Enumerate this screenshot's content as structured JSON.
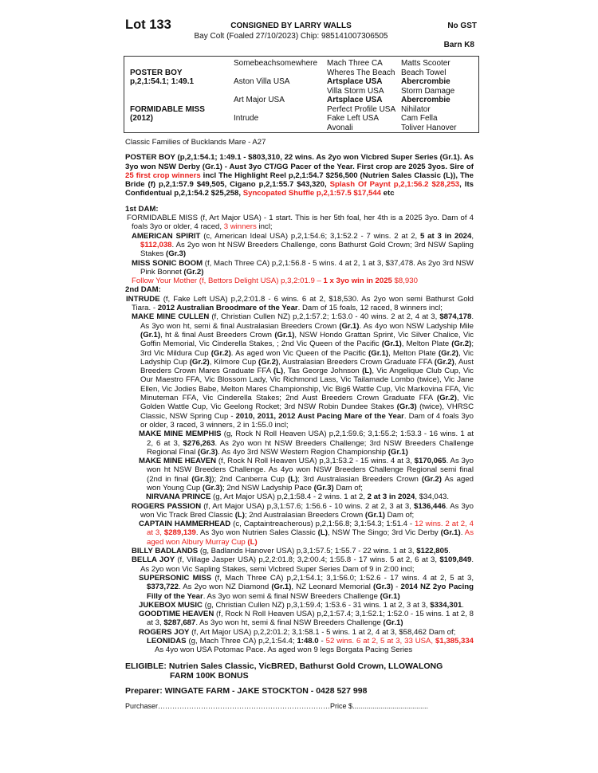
{
  "header": {
    "lot": "Lot 133",
    "consigned": "CONSIGNED BY LARRY WALLS",
    "description": "Bay Colt (Foaled 27/10/2023) Chip: 985141007306505",
    "gst": "No GST",
    "barn": "Barn K8"
  },
  "pedigree": {
    "rows": [
      [
        [
          "",
          ""
        ],
        [
          "Somebeachsomewhere",
          ""
        ],
        [
          "Mach Three CA",
          ""
        ],
        [
          "Matts Scooter",
          ""
        ]
      ],
      [
        [
          "POSTER BOY",
          ""
        ],
        [
          "",
          ""
        ],
        [
          "Wheres The Beach",
          ""
        ],
        [
          "Beach Towel",
          ""
        ]
      ],
      [
        [
          "p,2,1:54.1; 1:49.1",
          ""
        ],
        [
          "Aston Villa USA",
          ""
        ],
        [
          "Artsplace USA",
          "b"
        ],
        [
          "Abercrombie",
          "b"
        ]
      ],
      [
        [
          "",
          ""
        ],
        [
          "",
          ""
        ],
        [
          "Villa Storm USA",
          ""
        ],
        [
          "Storm Damage",
          ""
        ]
      ],
      [
        [
          "",
          ""
        ],
        [
          "Art Major USA",
          ""
        ],
        [
          "Artsplace USA",
          "b"
        ],
        [
          "Abercrombie",
          "b"
        ]
      ],
      [
        [
          "FORMIDABLE MISS",
          ""
        ],
        [
          "",
          ""
        ],
        [
          "Perfect Profile USA",
          ""
        ],
        [
          "Nihilator",
          ""
        ]
      ],
      [
        [
          "(2012)",
          ""
        ],
        [
          "Intrude",
          ""
        ],
        [
          "Fake Left USA",
          ""
        ],
        [
          "Cam Fella",
          ""
        ]
      ],
      [
        [
          "",
          ""
        ],
        [
          "",
          ""
        ],
        [
          "Avonali",
          ""
        ],
        [
          "Toliver Hanover",
          ""
        ]
      ]
    ]
  },
  "family": "Classic Families of Bucklands Mare - A27",
  "sire_para": [
    [
      "POSTER BOY (p,2,1:54.1; 1:49.1 - $803,310, 22 wins. As 2yo won Vicbred Super Series (Gr.1). As 3yo won NSW Derby (Gr.1) - Aust 3yo CT/GG Pacer of the Year. First crop are 2025 3yos. Sire of ",
      "b"
    ],
    [
      "25 first crop winners",
      "br"
    ],
    [
      " incl The Highlight Reel p,2,1:54.7 $256,500 (Nutrien Sales Classic (L)), The Bride (f) p,2,1:57.9 $49,505, Cigano p,2,1:55.7 $43,320, ",
      "b"
    ],
    [
      "Splash Of Paynt p,2,1:56.2 $28,253",
      "br"
    ],
    [
      ", Its Confidentual p,2,1:54.2 $25,258, ",
      "b"
    ],
    [
      "Syncopated Shuffle p,2,1:57.5 $17,544",
      "br"
    ],
    [
      " etc",
      "b"
    ]
  ],
  "dam1": {
    "heading": "1st DAM:",
    "paras": [
      {
        "lvl": "dam1",
        "segs": [
          [
            "FORMIDABLE MISS (f, Art Major USA) - 1 start. This is her 5th foal, her 4th is a 2025 3yo. Dam of 4 foals 3yo or older, 4 raced, ",
            ""
          ],
          [
            "3 winners",
            "r"
          ],
          [
            " incl;",
            ""
          ]
        ]
      },
      {
        "lvl": "h1",
        "segs": [
          [
            "AMERICAN SPIRIT",
            "b"
          ],
          [
            " (c, American Ideal USA) p,2,1:54.6; 3,1:52.2 - 7 wins. 2 at 2, ",
            ""
          ],
          [
            "5 at 3 in 2024",
            "b"
          ],
          [
            ", ",
            ""
          ],
          [
            "$112,038",
            "br"
          ],
          [
            ". As 2yo won ht NSW Breeders Challenge, cons Bathurst Gold Crown; 3rd NSW Sapling Stakes ",
            ""
          ],
          [
            "(Gr.3)",
            "b"
          ]
        ]
      },
      {
        "lvl": "h1",
        "segs": [
          [
            "MISS SONIC BOOM",
            "b"
          ],
          [
            " (f, Mach Three CA) p,2,1:56.8 - 5 wins. 4 at 2, 1 at 3, $37,478. As 2yo 3rd NSW Pink Bonnet ",
            ""
          ],
          [
            "(Gr.2)",
            "b"
          ]
        ]
      },
      {
        "lvl": "h1",
        "segs": [
          [
            "Follow Your Mother (f, Bettors Delight USA) p,3,2:01.9 – ",
            "r"
          ],
          [
            "1  x 3yo win in 2025",
            "br"
          ],
          [
            " $8,930",
            "r"
          ]
        ]
      }
    ]
  },
  "dam2": {
    "heading": "2nd DAM:",
    "paras": [
      {
        "lvl": "h0",
        "segs": [
          [
            "INTRUDE",
            "b"
          ],
          [
            " (f, Fake Left USA) p,2,2:01.8 - 6 wins. 6 at 2, $18,530. As 2yo won semi Bathurst Gold Tiara. - ",
            ""
          ],
          [
            "2012 Australian Broodmare of the Year",
            "b"
          ],
          [
            ". Dam of 15 foals, 12 raced, 8 winners incl;",
            ""
          ]
        ]
      },
      {
        "lvl": "h1",
        "segs": [
          [
            "MAKE MINE CULLEN",
            "b"
          ],
          [
            " (f, Christian Cullen NZ) p,2,1:57.2; 1:53.0 - 40 wins. 2 at 2, 4 at 3, ",
            ""
          ],
          [
            "$874,178",
            "b"
          ],
          [
            ". As 3yo won ht, semi & final Australasian Breeders Crown ",
            ""
          ],
          [
            "(Gr.1)",
            "b"
          ],
          [
            ". As 4yo won NSW Ladyship Mile ",
            ""
          ],
          [
            "(Gr.1)",
            "b"
          ],
          [
            ", ht & final Aust Breeders Crown ",
            ""
          ],
          [
            "(Gr.1)",
            "b"
          ],
          [
            ", NSW Hondo Grattan Sprint, Vic Silver Chalice, Vic Goffin Memorial, Vic Cinderella Stakes, ; 2nd Vic Queen of the Pacific ",
            ""
          ],
          [
            "(Gr.1)",
            "b"
          ],
          [
            ", Melton Plate ",
            ""
          ],
          [
            "(Gr.2)",
            "b"
          ],
          [
            "; 3rd Vic Mildura Cup ",
            ""
          ],
          [
            "(Gr.2)",
            "b"
          ],
          [
            ". As aged won Vic Queen of the Pacific ",
            ""
          ],
          [
            "(Gr.1)",
            "b"
          ],
          [
            ", Melton Plate ",
            ""
          ],
          [
            "(Gr.2)",
            "b"
          ],
          [
            ", Vic Ladyship Cup ",
            ""
          ],
          [
            "(Gr.2)",
            "b"
          ],
          [
            ", Kilmore Cup ",
            ""
          ],
          [
            "(Gr.2)",
            "b"
          ],
          [
            ", Australasian Breeders Crown Graduate FFA ",
            ""
          ],
          [
            "(Gr.2)",
            "b"
          ],
          [
            ", Aust Breeders Crown Mares Graduate FFA ",
            ""
          ],
          [
            "(L)",
            "b"
          ],
          [
            ", Tas George Johnson ",
            ""
          ],
          [
            "(L)",
            "b"
          ],
          [
            ", Vic Angelique Club Cup, Vic Our Maestro FFA, Vic Blossom Lady, Vic Richmond Lass, Vic Tailamade Lombo (twice), Vic Jane Ellen, Vic Jodies Babe, Melton Mares Championship, Vic Big6 Wattle Cup, Vic Markovina FFA, Vic Minuteman FFA, Vic Cinderella Stakes; 2nd Aust Breeders Crown Graduate FFA ",
            ""
          ],
          [
            "(Gr.2)",
            "b"
          ],
          [
            ", Vic Golden Wattle Cup, Vic Geelong Rocket; 3rd NSW Robin Dundee Stakes ",
            ""
          ],
          [
            "(Gr.3)",
            "b"
          ],
          [
            " (twice), VHRSC Classic, NSW Spring Cup - ",
            ""
          ],
          [
            "2010, 2011, 2012 Aust Pacing Mare of the Year",
            "b"
          ],
          [
            ". Dam of 4 foals 3yo or older, 3 raced, 3 winners, 2 in 1:55.0 incl;",
            ""
          ]
        ]
      },
      {
        "lvl": "h2",
        "segs": [
          [
            "MAKE MINE MEMPHIS",
            "b"
          ],
          [
            " (g, Rock N Roll Heaven USA) p,2,1:59.6; 3,1:55.2; 1:53.3 - 16 wins. 1 at 2, 6 at 3, ",
            ""
          ],
          [
            "$276,263",
            "b"
          ],
          [
            ". As 2yo won ht NSW Breeders Challenge; 3rd NSW Breeders Challenge Regional Final ",
            ""
          ],
          [
            "(Gr.3)",
            "b"
          ],
          [
            ". As 4yo 3rd NSW Western Region Championship ",
            ""
          ],
          [
            "(Gr.1)",
            "b"
          ]
        ]
      },
      {
        "lvl": "h2",
        "segs": [
          [
            "MAKE MINE HEAVEN",
            "b"
          ],
          [
            " (f, Rock N Roll Heaven USA) p,3,1:53.2 - 15 wins. 4 at 3, ",
            ""
          ],
          [
            "$170,065",
            "b"
          ],
          [
            ". As 3yo won ht NSW Breeders Challenge. As 4yo won NSW Breeders Challenge Regional semi final (2nd in final ",
            ""
          ],
          [
            "(Gr.3)",
            "b"
          ],
          [
            "); 2nd Canberra Cup ",
            ""
          ],
          [
            "(L)",
            "b"
          ],
          [
            "; 3rd Australasian Breeders Crown ",
            ""
          ],
          [
            "(Gr.2)",
            "b"
          ],
          [
            " As aged won Young Cup ",
            ""
          ],
          [
            "(Gr.3)",
            "b"
          ],
          [
            "; 2nd NSW Ladyship Pace ",
            ""
          ],
          [
            "(Gr.3)",
            "b"
          ],
          [
            " Dam of;",
            ""
          ]
        ]
      },
      {
        "lvl": "h3",
        "segs": [
          [
            "NIRVANA PRINCE",
            "b"
          ],
          [
            " (g, Art Major USA) p,2,1:58.4 - 2 wins. 1 at 2, ",
            ""
          ],
          [
            "2 at 3 in 2024",
            "b"
          ],
          [
            ", $34,043.",
            ""
          ]
        ]
      },
      {
        "lvl": "h1",
        "segs": [
          [
            "ROGERS PASSION",
            "b"
          ],
          [
            " (f, Art Major USA) p,3,1:57.6; 1:56.6 - 10 wins. 2 at 2, 3 at 3, ",
            ""
          ],
          [
            "$136,446",
            "b"
          ],
          [
            ". As 3yo won Vic Track Bred Classic ",
            ""
          ],
          [
            "(L)",
            "b"
          ],
          [
            "; 2nd Australasian Breeders Crown ",
            ""
          ],
          [
            "(Gr.1)",
            "b"
          ],
          [
            " Dam of;",
            ""
          ]
        ]
      },
      {
        "lvl": "h2",
        "segs": [
          [
            "CAPTAIN HAMMERHEAD",
            "b"
          ],
          [
            " (c, Captaintreacherous) p,2,1:56.8; 3,1:54.3; 1:51.4 - ",
            ""
          ],
          [
            "12 wins. 2 at 2, 4 at 3, ",
            "r"
          ],
          [
            "$289,139",
            "br"
          ],
          [
            ". As 3yo won Nutrien Sales Classic ",
            ""
          ],
          [
            "(L)",
            "b"
          ],
          [
            ", NSW The Singo; 3rd Vic Derby ",
            ""
          ],
          [
            "(Gr.1)",
            "b"
          ],
          [
            ". ",
            ""
          ],
          [
            "As aged won Albury Murray Cup ",
            "r"
          ],
          [
            "(L)",
            "br"
          ]
        ]
      },
      {
        "lvl": "h1",
        "segs": [
          [
            "BILLY BADLANDS",
            "b"
          ],
          [
            " (g, Badlands Hanover USA) p,3,1:57.5; 1:55.7 - 22 wins. 1 at 3, ",
            ""
          ],
          [
            "$122,805",
            "b"
          ],
          [
            ".",
            ""
          ]
        ]
      },
      {
        "lvl": "h1",
        "segs": [
          [
            "BELLA JOY",
            "b"
          ],
          [
            " (f, Village Jasper USA) p,2,2:01.8; 3,2:00.4; 1:55.8 - 17 wins. 5 at 2, 6 at 3, ",
            ""
          ],
          [
            "$109,849",
            "b"
          ],
          [
            ". As 2yo won Vic Sapling Stakes, semi Vicbred Super Series Dam of 9 in 2:00 incl;",
            ""
          ]
        ]
      },
      {
        "lvl": "h2",
        "segs": [
          [
            "SUPERSONIC MISS",
            "b"
          ],
          [
            " (f, Mach Three CA) p,2,1:54.1; 3,1:56.0; 1:52.6 - 17 wins. 4 at 2, 5 at 3, ",
            ""
          ],
          [
            "$373,722",
            "b"
          ],
          [
            ". As 2yo won NZ Diamond ",
            ""
          ],
          [
            "(Gr.1)",
            "b"
          ],
          [
            ", NZ Leonard Memorial ",
            ""
          ],
          [
            "(Gr.3)",
            "b"
          ],
          [
            " - ",
            ""
          ],
          [
            "2014 NZ 2yo Pacing Filly of the Year",
            "b"
          ],
          [
            ". As 3yo won semi & final NSW Breeders Challenge ",
            ""
          ],
          [
            "(Gr.1)",
            "b"
          ]
        ]
      },
      {
        "lvl": "h2",
        "segs": [
          [
            "JUKEBOX MUSIC",
            "b"
          ],
          [
            " (g, Christian Cullen NZ) p,3,1:59.4; 1:53.6 - 31 wins. 1 at 2, 3 at 3, ",
            ""
          ],
          [
            "$334,301",
            "b"
          ],
          [
            ".",
            ""
          ]
        ]
      },
      {
        "lvl": "h2",
        "segs": [
          [
            "GOODTIME HEAVEN",
            "b"
          ],
          [
            " (f, Rock N Roll Heaven USA) p,2,1:57.4; 3,1:52.1; 1:52.0 - 15 wins. 1 at 2, 8 at 3, ",
            ""
          ],
          [
            "$287,687",
            "b"
          ],
          [
            ". As 3yo won ht, semi & final NSW Breeders Challenge ",
            ""
          ],
          [
            "(Gr.1)",
            "b"
          ]
        ]
      },
      {
        "lvl": "h2",
        "segs": [
          [
            "ROGERS JOY",
            "b"
          ],
          [
            " (f, Art Major USA) p,2,2:01.2; 3,1:58.1 - 5 wins. 1 at 2, 4 at 3, $58,462 Dam of;",
            ""
          ]
        ]
      },
      {
        "lvl": "h4",
        "segs": [
          [
            "LEONIDAS",
            "b"
          ],
          [
            " (g, Mach Three CA) p,2,1:54.4; ",
            ""
          ],
          [
            "1:48.0",
            "b"
          ],
          [
            " - ",
            ""
          ],
          [
            "52 wins. 6 at 2, 5 at 3, 33 USA, ",
            "r"
          ],
          [
            "$1,385,334",
            "br"
          ],
          [
            " As 4yo won USA Potomac Pace. As aged won 9 legs Borgata Pacing Series",
            ""
          ]
        ]
      }
    ]
  },
  "eligible": {
    "line1": "ELIGIBLE: Nutrien Sales Classic, VicBRED, Bathurst Gold Crown, LLOWALONG",
    "line2": "FARM 100K BONUS"
  },
  "preparer": "Preparer: WINGATE FARM - JAKE STOCKTON - 0428 527 998",
  "purchaser": "Purchaser………………………………………………………………Price $......................................"
}
